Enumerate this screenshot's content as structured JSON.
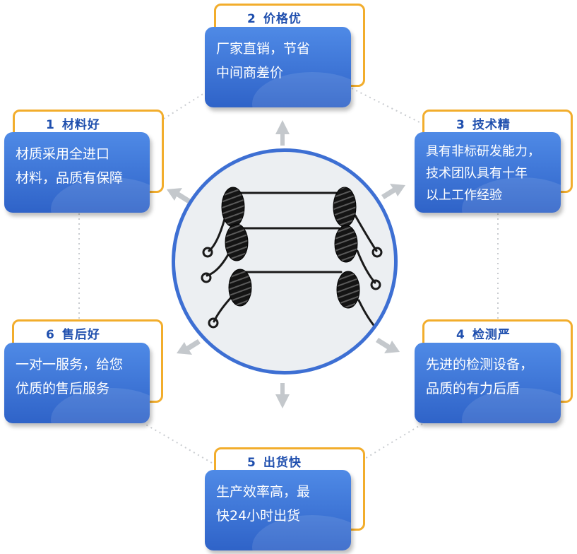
{
  "features": [
    {
      "number": "1",
      "title": "材料好",
      "lines": [
        "材质采用全进口",
        "材料，品质有保障"
      ]
    },
    {
      "number": "2",
      "title": "价格优",
      "lines": [
        "厂家直销，节省",
        "中间商差价"
      ]
    },
    {
      "number": "3",
      "title": "技术精",
      "lines": [
        "具有非标研发能力，",
        "技术团队具有十年",
        "以上工作经验"
      ]
    },
    {
      "number": "4",
      "title": "检测严",
      "lines": [
        "先进的检测设备，",
        "品质的有力后盾"
      ]
    },
    {
      "number": "5",
      "title": "出货快",
      "lines": [
        "生产效率高，最",
        "快24小时出货"
      ]
    },
    {
      "number": "6",
      "title": "售后好",
      "lines": [
        "一对一服务，给您",
        "优质的售后服务"
      ]
    }
  ],
  "colors": {
    "accent": "#f2ad2c",
    "box": "#3a6fd3",
    "title": "#1f4fae",
    "arrow": "#c4c8cc",
    "circle_border": "#3d6fd3"
  },
  "center_image": {
    "subject": "black double torsion springs",
    "count": 3
  }
}
